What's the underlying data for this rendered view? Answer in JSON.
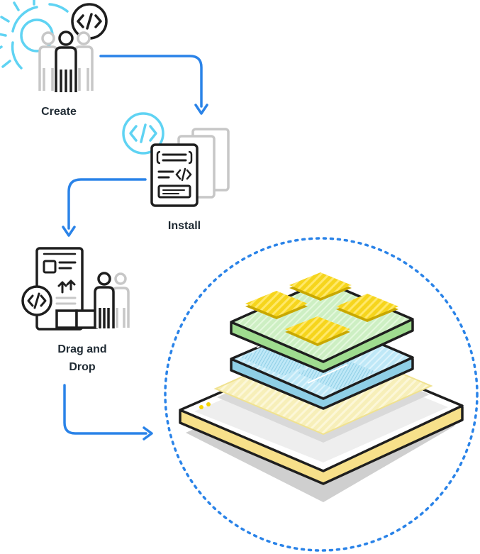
{
  "steps": {
    "create": {
      "label": "Create",
      "icon": "create-team-code-icon"
    },
    "install": {
      "label": "Install",
      "icon": "install-code-document-icon"
    },
    "drag_drop": {
      "label_line1": "Drag and",
      "label_line2": "Drop",
      "icon": "drag-drop-builder-icon"
    }
  },
  "result": {
    "icon": "layered-stack-illustration"
  },
  "colors": {
    "arrow": "#2a83e8",
    "dotted_circle": "#2a83e8",
    "outline": "#1e1e1e",
    "gear": "#5fd3f3",
    "gray_person": "#c7c7c7",
    "yellow": "#f5d400",
    "light_green": "#cdefc3",
    "light_blue": "#bfe8f7",
    "cream": "#f7efb9"
  }
}
